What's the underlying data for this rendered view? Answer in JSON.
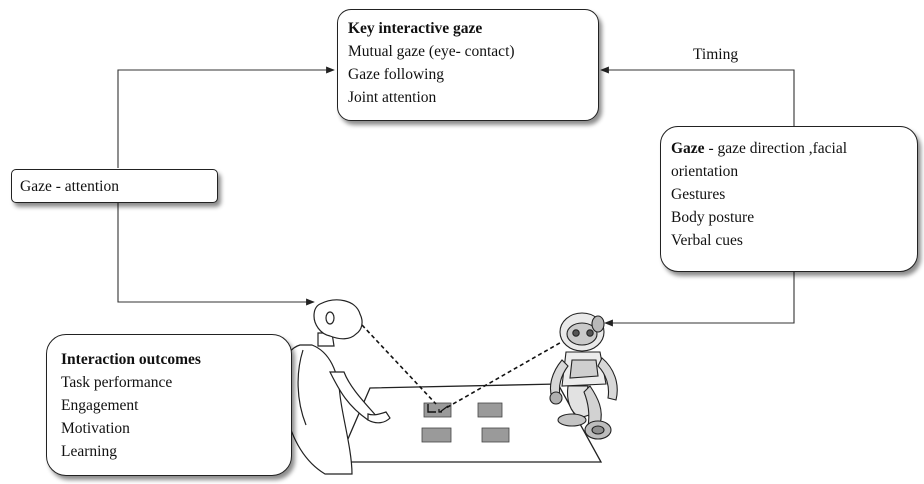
{
  "key_box": {
    "title": "Key interactive gaze",
    "items": [
      "Mutual gaze (eye- contact)",
      "Gaze following",
      "Joint attention"
    ]
  },
  "timing_label": "Timing",
  "attention_box": {
    "label": "Gaze - attention"
  },
  "cues_box": {
    "gaze_bold": "Gaze",
    "gaze_rest": " - gaze direction ,facial orientation",
    "items": [
      "Gestures",
      "Body posture",
      "Verbal cues"
    ]
  },
  "outcomes_box": {
    "title": "Interaction outcomes",
    "items": [
      "Task performance",
      "Engagement",
      "Motivation",
      "Learning"
    ]
  },
  "illustration": {
    "human": "human-participant",
    "robot": "humanoid-robot",
    "table": "shared-task-table",
    "card_count": 4
  }
}
